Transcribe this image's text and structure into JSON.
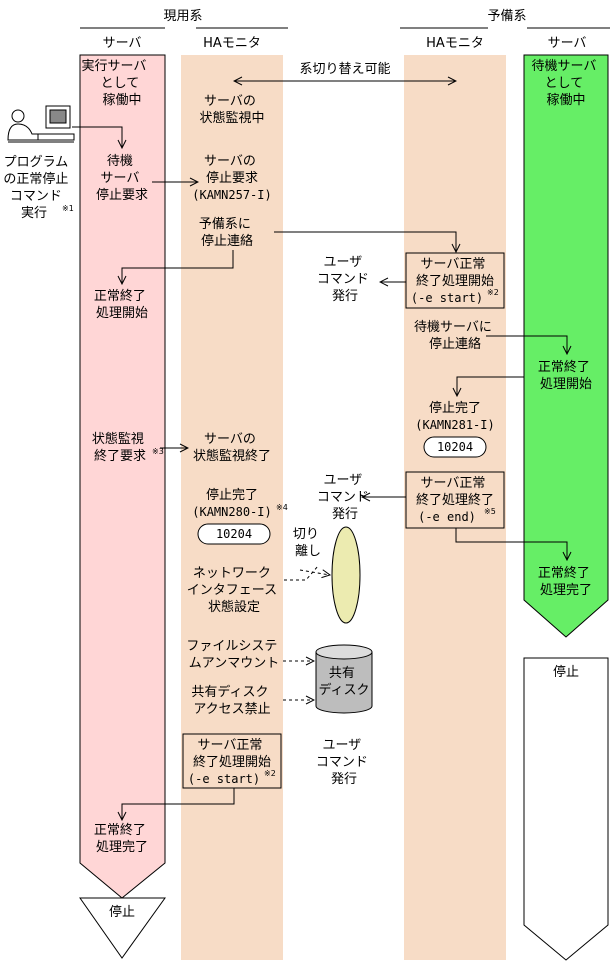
{
  "headers": {
    "active_system": "現用系",
    "standby_system": "予備系",
    "server": "サーバ",
    "ha_monitor": "HAモニタ"
  },
  "user": {
    "icon": "person-at-computer-icon",
    "lines": [
      "プログラム",
      "の正常停止",
      "コマンド",
      "実行"
    ],
    "note": "※1"
  },
  "active_server": {
    "color": "#ffd6d6",
    "status_lines": [
      "実行サーバ",
      "として",
      "稼働中"
    ],
    "step1": [
      "待機",
      "サーバ",
      "停止要求"
    ],
    "step2": [
      "正常終了",
      "処理開始"
    ],
    "step3": [
      "状態監視",
      "終了要求"
    ],
    "step3_note": "※3",
    "step4": [
      "正常終了",
      "処理完了"
    ],
    "stopped": "停止"
  },
  "active_ha": {
    "color": "#f7dcc6",
    "switch_label": "系切り替え可能",
    "s1": [
      "サーバの",
      "状態監視中"
    ],
    "s2": [
      "サーバの",
      "停止要求",
      "(KAMN257-I)"
    ],
    "s3": [
      "予備系に",
      "停止連絡"
    ],
    "s4": [
      "サーバの",
      "状態監視終了"
    ],
    "s5": [
      "停止完了",
      "(KAMN280-I)"
    ],
    "s5_note": "※4",
    "s5_code": "10204",
    "s6": [
      "ネットワーク",
      "インタフェース",
      "状態設定"
    ],
    "detach": [
      "切り",
      "離し"
    ],
    "s7": [
      "ファイルシステ",
      "ムアンマウント"
    ],
    "s8": [
      "共有ディスク",
      "アクセス禁止"
    ],
    "box": [
      "サーバ正常",
      "終了処理開始",
      "(-e start)"
    ],
    "box_note": "※2",
    "user_cmd": [
      "ユーザ",
      "コマンド",
      "発行"
    ],
    "disk_label": [
      "共有",
      "ディスク"
    ]
  },
  "standby_ha": {
    "color": "#f7dcc6",
    "user_cmd1": [
      "ユーザ",
      "コマンド",
      "発行"
    ],
    "box1": [
      "サーバ正常",
      "終了処理開始",
      "(-e start)"
    ],
    "box1_note": "※2",
    "s1": [
      "待機サーバに",
      "停止連絡"
    ],
    "s2": [
      "停止完了",
      "(KAMN281-I)"
    ],
    "s2_code": "10204",
    "user_cmd2": [
      "ユーザ",
      "コマンド",
      "発行"
    ],
    "box2": [
      "サーバ正常",
      "終了処理終了",
      "(-e end)"
    ],
    "box2_note": "※5"
  },
  "standby_server": {
    "color": "#66ee66",
    "status_lines": [
      "待機サーバ",
      "として",
      "稼働中"
    ],
    "step1": [
      "正常終了",
      "処理開始"
    ],
    "step2": [
      "正常終了",
      "処理完了"
    ],
    "stopped": "停止"
  }
}
